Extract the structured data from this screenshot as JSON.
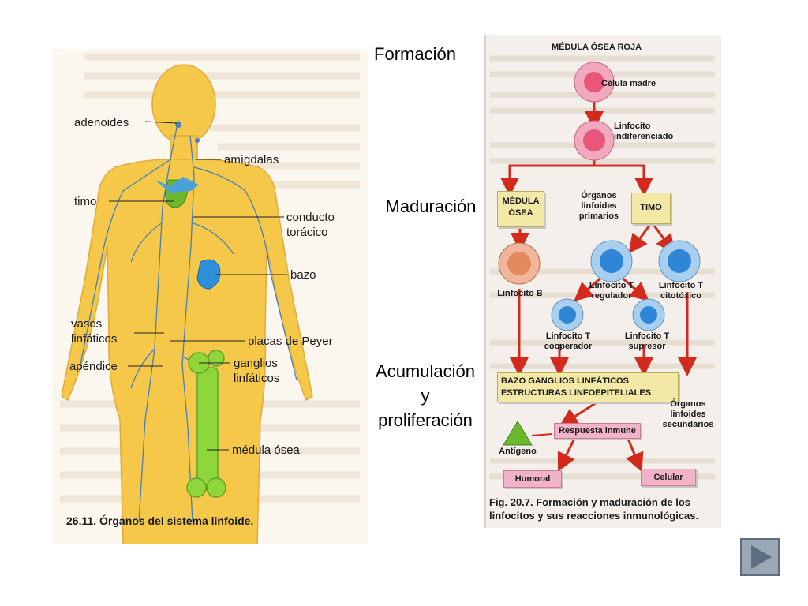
{
  "side_labels": {
    "formation": "Formación",
    "maturation": "Maduración",
    "accumulation_1": "Acumulación",
    "accumulation_2": "y",
    "accumulation_3": "proliferación"
  },
  "left_figure": {
    "labels": {
      "adenoides": "adenoides",
      "amigdalas": "amígdalas",
      "timo": "timo",
      "conducto_1": "conducto",
      "conducto_2": "torácico",
      "bazo": "bazo",
      "vasos_1": "vasos",
      "vasos_2": "linfáticos",
      "placas": "placas de Peyer",
      "apendice": "apéndice",
      "ganglios_1": "ganglios",
      "ganglios_2": "linfáticos",
      "medula": "médula ósea"
    },
    "caption_number": "26.11.",
    "caption_text": "Órganos del sistema linfoide."
  },
  "right_figure": {
    "title": "MÉDULA ÓSEA ROJA",
    "stem_cell": "Célula madre",
    "lymph_undiff_1": "Linfocito",
    "lymph_undiff_2": "indiferenciado",
    "medula_box_1": "MÉDULA",
    "medula_box_2": "ÓSEA",
    "primary_1": "Órganos",
    "primary_2": "linfoides",
    "primary_3": "primarios",
    "timo_box": "TIMO",
    "linfocito_b": "Linfocito B",
    "t_reg_1": "Linfocito T",
    "t_reg_2": "regulador",
    "t_cyto_1": "Linfocito T",
    "t_cyto_2": "citotóxico",
    "t_coop_1": "Linfocito T",
    "t_coop_2": "cooperador",
    "t_sup_1": "Linfocito T",
    "t_sup_2": "supresor",
    "bazo_box_1": "BAZO  GANGLIOS LINFÁTICOS",
    "bazo_box_2": "ESTRUCTURAS LINFOEPITELIALES",
    "secondary_1": "Órganos",
    "secondary_2": "linfoides",
    "secondary_3": "secundarios",
    "response": "Respuesta inmune",
    "antigen": "Antígeno",
    "humoral": "Humoral",
    "celular": "Celular",
    "caption_1": "Fig. 20.7. Formación y maduración de los",
    "caption_2": "linfocitos y sus reacciones inmunológicas."
  },
  "colors": {
    "body": "#f6c84a",
    "lymph_lines": "#4a7fb5",
    "thymus_green": "#6bb82e",
    "spleen_blue": "#2f8fd8",
    "bone_green": "#8fd63a",
    "stem_cell_pink": "#e8577a",
    "b_cell_orange": "#e28a5e",
    "t_cell_blue": "#2f86d6",
    "arrow_red": "#d42a1e"
  },
  "icons": {
    "nav": "play-triangle-icon"
  }
}
